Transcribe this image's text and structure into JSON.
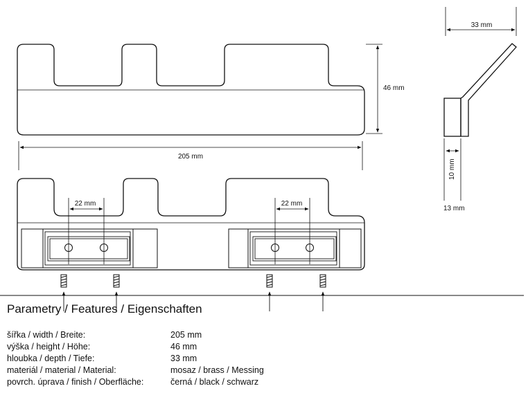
{
  "dimensions": {
    "width": "205 mm",
    "height": "46 mm",
    "depth": "33 mm",
    "thickness": "10 mm",
    "base": "13 mm",
    "hole_spacing_left": "22 mm",
    "hole_spacing_right": "22 mm"
  },
  "features": {
    "heading": "Parametry / Features / Eigenschaften",
    "rows": [
      {
        "label": "šířka / width / Breite:",
        "value": "205 mm"
      },
      {
        "label": "výška / height / Höhe:",
        "value": "46 mm"
      },
      {
        "label": "hloubka / depth / Tiefe:",
        "value": "33 mm"
      },
      {
        "label": "materiál / material / Material:",
        "value": "mosaz / brass / Messing"
      },
      {
        "label": "povrch. úprava / finish / Oberfläche:",
        "value": "černá / black / schwarz"
      }
    ]
  }
}
